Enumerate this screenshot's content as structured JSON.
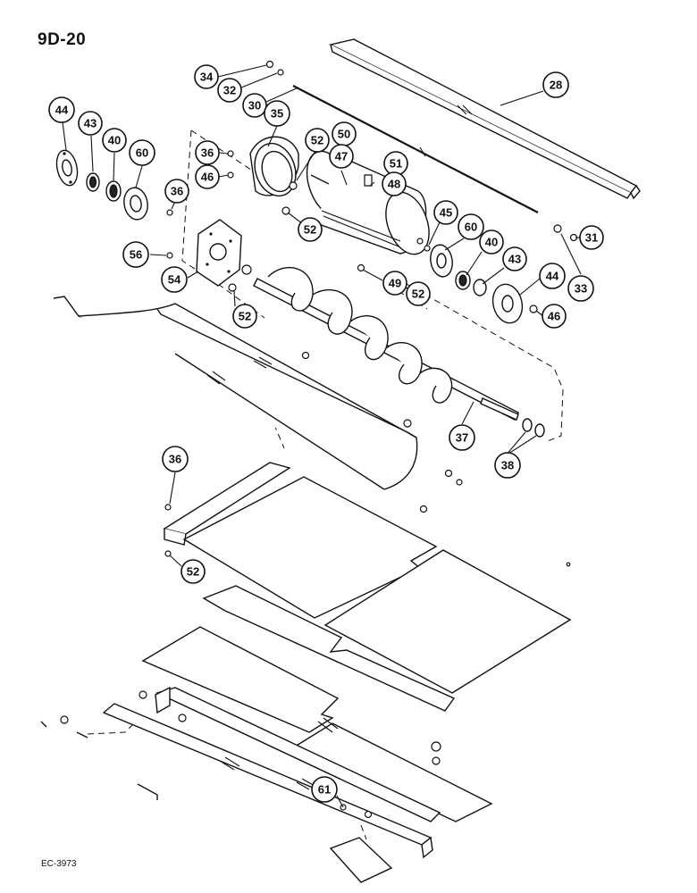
{
  "page": {
    "title": "9D-20",
    "figure_code": "EC-3973"
  },
  "callouts": [
    {
      "id": "c28",
      "label": "28"
    },
    {
      "id": "c34",
      "label": "34"
    },
    {
      "id": "c32",
      "label": "32"
    },
    {
      "id": "c30",
      "label": "30"
    },
    {
      "id": "c44a",
      "label": "44"
    },
    {
      "id": "c43a",
      "label": "43"
    },
    {
      "id": "c40a",
      "label": "40"
    },
    {
      "id": "c60a",
      "label": "60"
    },
    {
      "id": "c35",
      "label": "35"
    },
    {
      "id": "c52a",
      "label": "52"
    },
    {
      "id": "c50",
      "label": "50"
    },
    {
      "id": "c47",
      "label": "47"
    },
    {
      "id": "c51",
      "label": "51"
    },
    {
      "id": "c48",
      "label": "48"
    },
    {
      "id": "c36a",
      "label": "36"
    },
    {
      "id": "c46a",
      "label": "46"
    },
    {
      "id": "c36b",
      "label": "36"
    },
    {
      "id": "c52b",
      "label": "52"
    },
    {
      "id": "c45",
      "label": "45"
    },
    {
      "id": "c60b",
      "label": "60"
    },
    {
      "id": "c31",
      "label": "31"
    },
    {
      "id": "c56",
      "label": "56"
    },
    {
      "id": "c40b",
      "label": "40"
    },
    {
      "id": "c43b",
      "label": "43"
    },
    {
      "id": "c33",
      "label": "33"
    },
    {
      "id": "c54",
      "label": "54"
    },
    {
      "id": "c49",
      "label": "49"
    },
    {
      "id": "c52c",
      "label": "52"
    },
    {
      "id": "c44b",
      "label": "44"
    },
    {
      "id": "c52d",
      "label": "52"
    },
    {
      "id": "c46b",
      "label": "46"
    },
    {
      "id": "c37",
      "label": "37"
    },
    {
      "id": "c38",
      "label": "38"
    },
    {
      "id": "c36c",
      "label": "36"
    },
    {
      "id": "c52e",
      "label": "52"
    },
    {
      "id": "c61",
      "label": "61"
    }
  ]
}
